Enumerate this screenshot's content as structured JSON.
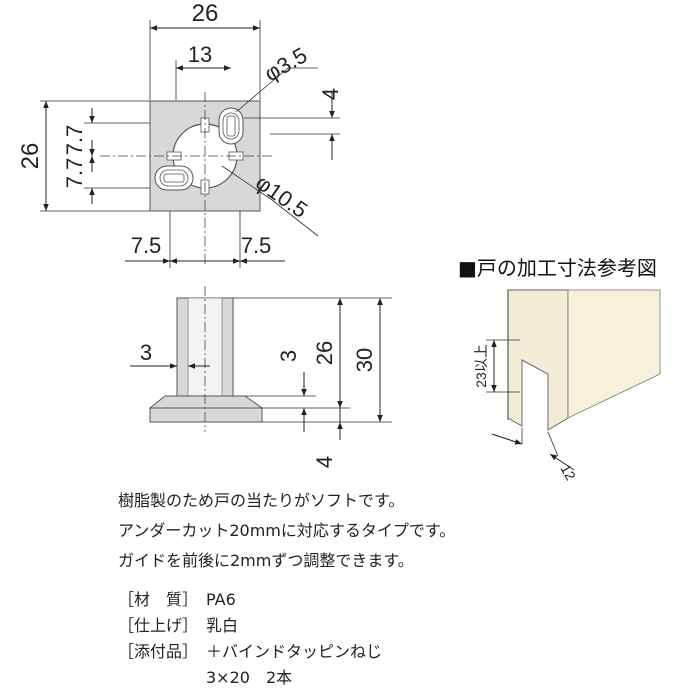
{
  "top_view": {
    "width": "26",
    "half_width": "13",
    "height": "26",
    "offset_upper": "7.7",
    "offset_lower": "7.7",
    "hole_small": "φ3.5",
    "hole_large": "φ10.5",
    "slot_offset": "4",
    "edge_left": "7.5",
    "edge_right": "7.5"
  },
  "side_view": {
    "wall": "3",
    "base": "3",
    "height": "26",
    "total": "30",
    "bottom": "4"
  },
  "door": {
    "title": "■戸の加工寸法参考図",
    "depth_label": "23以上",
    "width_label": "12"
  },
  "description": [
    "樹脂製のため戸の当たりがソフトです。",
    "アンダーカット20mmに対応するタイプです。",
    "ガイドを前後に2mmずつ調整できます。"
  ],
  "specs": [
    {
      "key": "［材　質］",
      "value": "PA6"
    },
    {
      "key": "［仕上げ］",
      "value": "乳白"
    },
    {
      "key": "［添付品］",
      "value": "＋バインドタッピンねじ"
    }
  ],
  "specs_continuation": "3×20　2本"
}
